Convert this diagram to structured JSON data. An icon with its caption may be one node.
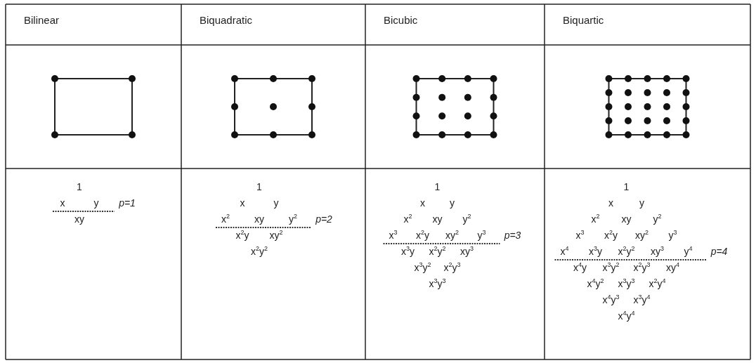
{
  "diagram": {
    "labels": [
      "Bilinear",
      "Biquadratic",
      "Bicubic",
      "Biquartic",
      "1",
      "x",
      "y",
      "p=1",
      "xy",
      "1",
      "x",
      "y",
      "x$^{2}$",
      "xy",
      "y$^{2}$",
      "p=2",
      "x$^{2}$y",
      "xy$^{2}$",
      "x$^{2}$y$^{2}$",
      "1",
      "x",
      "y",
      "x$^{2}$",
      "xy",
      "y$^{2}$",
      "x$^{3}$",
      "x$^{2}$y",
      "xy$^{2}$",
      "y$^{3}$",
      "p=3",
      "x$^{3}$y",
      "x$^{2}$y$^{2}$",
      "xy$^{3}$",
      "x$^{3}$y$^{2}$",
      "x$^{2}$y$^{3}$",
      "x$^{3}$y$^{3}$",
      "1",
      "x",
      "y",
      "x$^{2}$",
      "xy",
      "y$^{2}$",
      "x$^{3}$",
      "x$^{2}$y",
      "xy$^{2}$",
      "y$^{3}$",
      "x$^{4}$",
      "x$^{3}$y",
      "x$^{2}$y$^{2}$",
      "xy$^{3}$",
      "y$^{4}$",
      "p=4",
      "x$^{4}$y",
      "x$^{3}$y$^{2}$",
      "x$^{2}$y$^{3}$",
      "xy$^{4}$",
      "x$^{4}$y$^{2}$",
      "x$^{3}$y$^{3}$",
      "x$^{2}$y$^{4}$",
      "x$^{4}$y$^{3}$",
      "x$^{3}$y$^{4}$",
      "x$^{4}$y$^{4}$"
    ]
  }
}
